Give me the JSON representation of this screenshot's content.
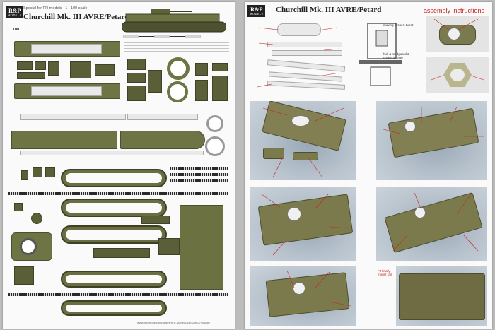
{
  "left_page": {
    "logo_text": "R&P",
    "logo_sub": "MODELS",
    "special_note": "Special for PR models - 1 : 100 scale",
    "title": "Churchill Mk. III AVRE/Petard",
    "scale": "1 : 100",
    "facebook": "www.facebook.com/pages/R-P-Models/337629627945887"
  },
  "right_page": {
    "logo_text": "R&P",
    "logo_sub": "MODELS",
    "title": "Churchill Mk. III AVRE/Petard",
    "section_heading": "assembly instructions",
    "label_moving_circle": "moving circle & turret",
    "label_hull_mudguard": "hull & mudguard & undercarriage",
    "label_fit_finally": "Fit finally mount rail"
  },
  "colors": {
    "olive": "#6f7445",
    "annotation_red": "#cc2020",
    "page_background": "#fafafa"
  }
}
